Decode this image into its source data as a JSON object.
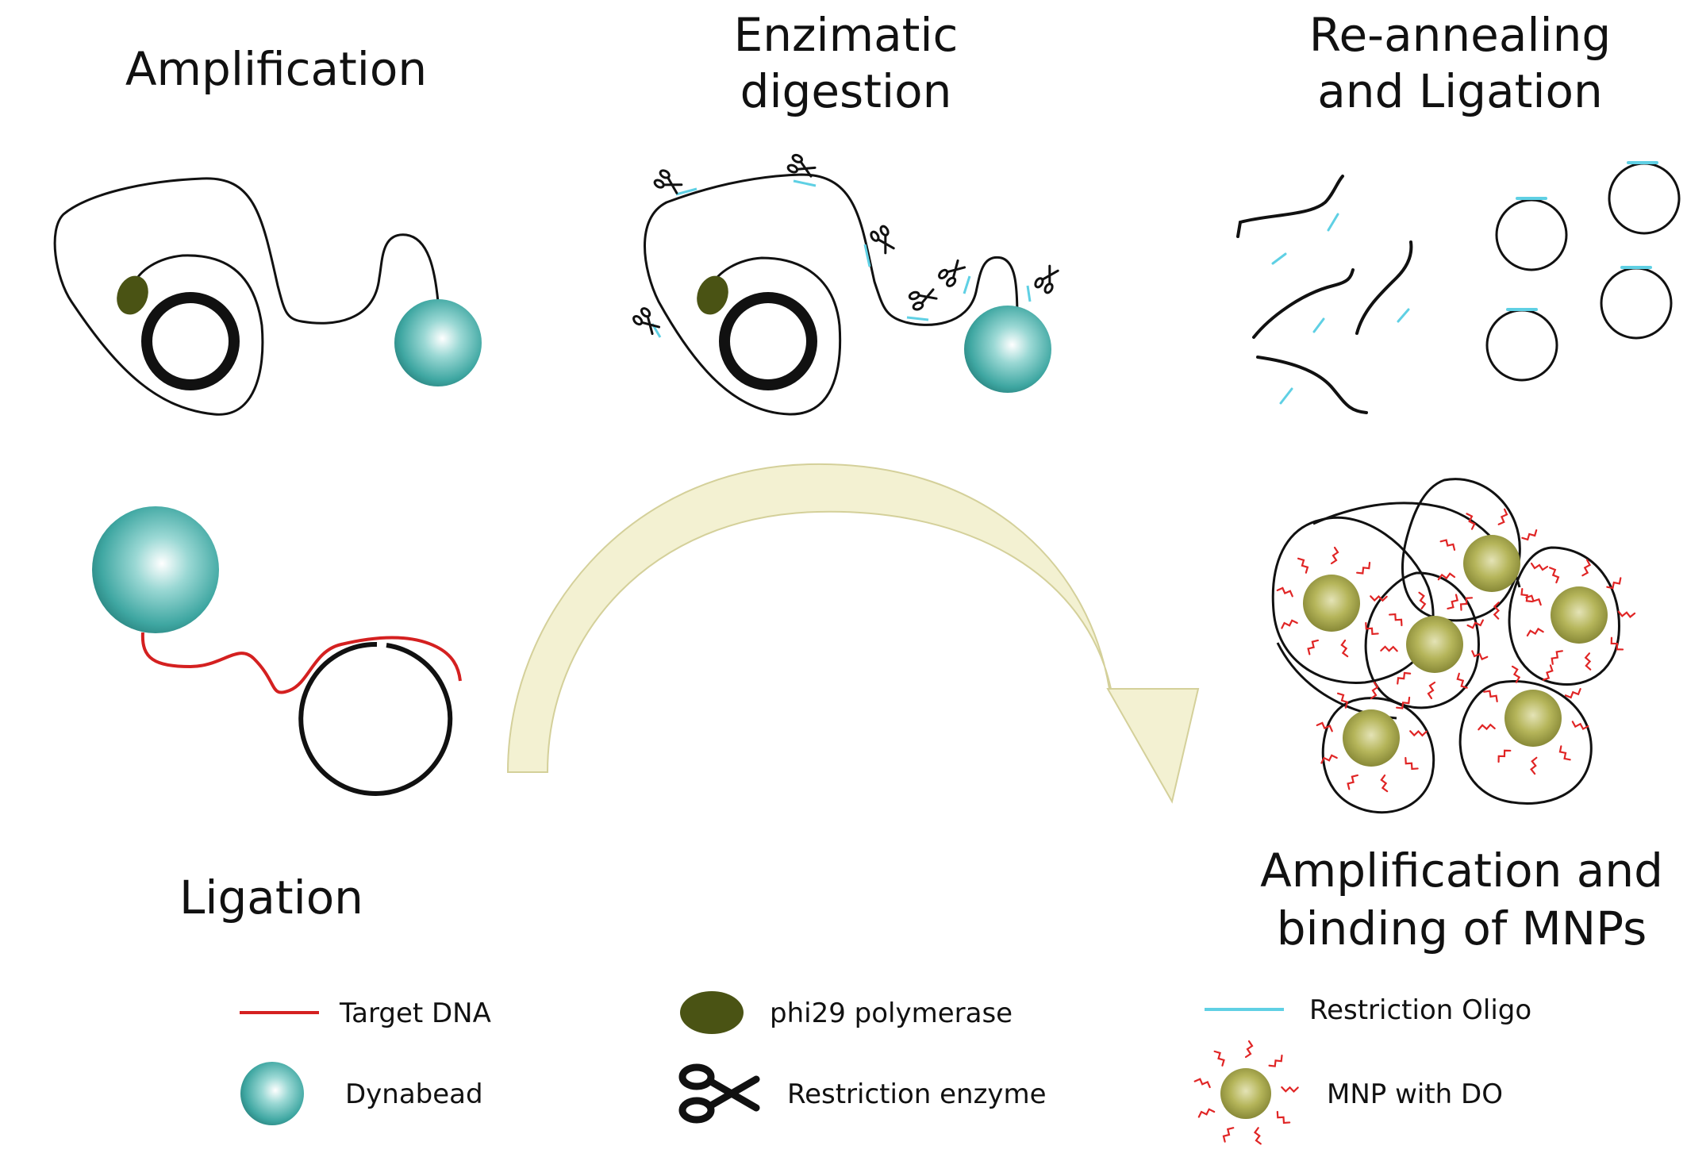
{
  "steps": {
    "amplification": {
      "title": "Amplification"
    },
    "digestion": {
      "title_line1": "Enzimatic",
      "title_line2": "digestion"
    },
    "reannealing": {
      "title_line1": "Re-annealing",
      "title_line2": "and Ligation"
    },
    "ligation": {
      "title": "Ligation"
    },
    "mnp_binding": {
      "title_line1": "Amplification and",
      "title_line2": "binding of MNPs"
    }
  },
  "legend": {
    "target_dna": "Target DNA",
    "dynabead": "Dynabead",
    "phi29": "phi29 polymerase",
    "restriction_enzyme": "Restriction enzyme",
    "restriction_oligo": "Restriction Oligo",
    "mnp_do": "MNP with DO"
  },
  "colors": {
    "target_dna": "#d42020",
    "dynabead": "#3fa7a2",
    "phi29_polymerase": "#4a5314",
    "restriction_oligo": "#5fd0e4",
    "mnp": "#a3a444",
    "process_arrow": "#f3f1d2"
  },
  "icons": {
    "restriction_enzyme": "scissors-icon"
  }
}
